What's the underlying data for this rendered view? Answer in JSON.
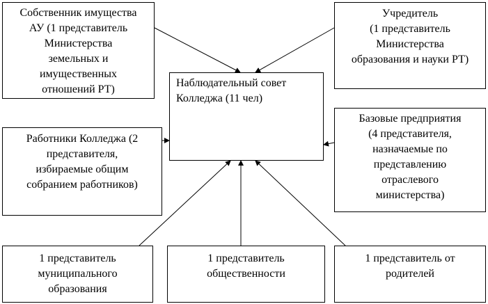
{
  "boxes": {
    "owner": "Собственник имущества\nАУ (1 представитель\nМинистерства\nземельных и\nимущественных\nотношений РТ)",
    "founder": "Учредитель\n(1 представитель\nМинистерства\nобразования и науки РТ)",
    "council": "Наблюдательный совет\nКолледжа (11 чел)",
    "employees": "Работники Колледжа (2\nпредставителя,\nизбираемые общим\nсобранием работников)",
    "enterprises": "Базовые предприятия\n(4 представителя,\nназначаемые по\nпредставлению\nотраслевого\nминистерства)",
    "municipal": "1 представитель\nмуниципального\nобразования",
    "public": "1 представитель\nобщественности",
    "parents": "1 представитель от\nродителей"
  }
}
